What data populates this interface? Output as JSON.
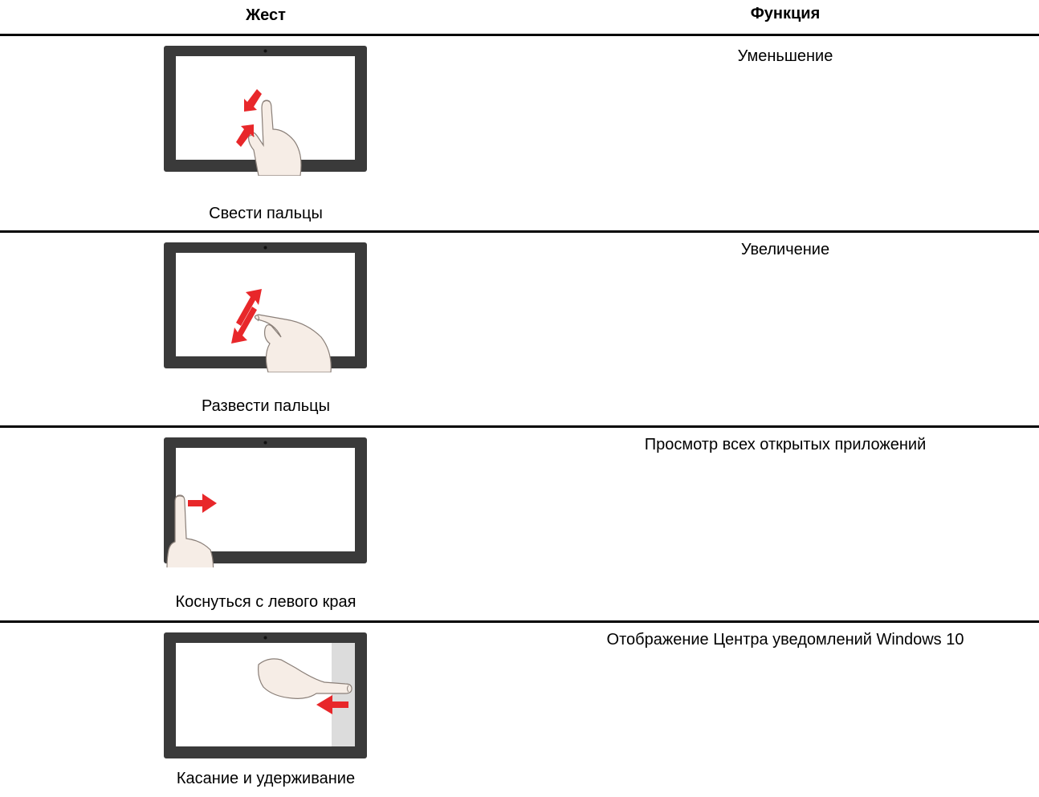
{
  "header": {
    "gesture_column": "Жест",
    "function_column": "Функция"
  },
  "rows": [
    {
      "gesture": "Свести пальцы",
      "function": "Уменьшение",
      "illustration": "pinch-in-illustration"
    },
    {
      "gesture": "Развести пальцы",
      "function": "Увеличение",
      "illustration": "pinch-out-illustration"
    },
    {
      "gesture": "Коснуться с левого края",
      "function": "Просмотр всех открытых приложений",
      "illustration": "swipe-from-left-illustration"
    },
    {
      "gesture": "Касание и удерживание",
      "function": "Отображение Центра уведомлений Windows 10",
      "illustration": "swipe-from-right-illustration"
    }
  ],
  "colors": {
    "arrow": "#e8272a",
    "bezel": "#3a3a3a",
    "hand_fill": "#f6ede6",
    "hand_stroke": "#8a7f78",
    "edge_zone": "#dcdcdc"
  }
}
